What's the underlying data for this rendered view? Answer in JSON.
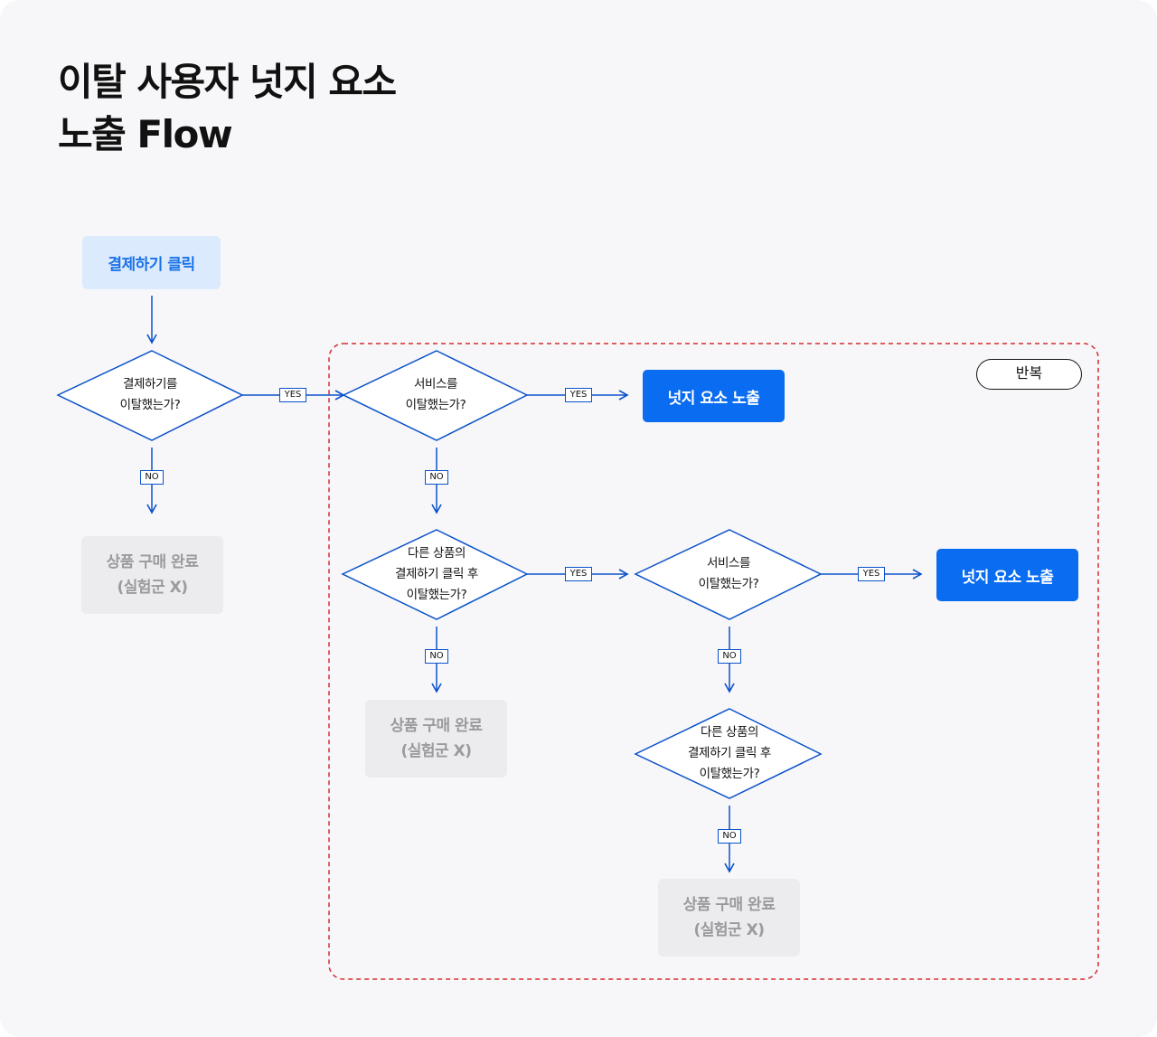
{
  "title": {
    "line1": "이탈 사용자 넛지 요소",
    "line2": "노출 Flow"
  },
  "colors": {
    "flow_line": "#0b52c9",
    "primary": "#0a6cf0",
    "start_fill": "#dceafd",
    "disabled_fill": "#ececee",
    "loop_border": "#d32f2f"
  },
  "loop_group": {
    "label": "반복"
  },
  "nodes": {
    "start": {
      "label": "결제하기 클릭"
    },
    "d1": {
      "line1": "결제하기를",
      "line2": "이탈했는가?"
    },
    "d2": {
      "line1": "서비스를",
      "line2": "이탈했는가?"
    },
    "nudge1": {
      "label": "넛지 요소 노출"
    },
    "d3": {
      "line1": "다른 상품의",
      "line2": "결제하기 클릭 후",
      "line3": "이탈했는가?"
    },
    "d4": {
      "line1": "서비스를",
      "line2": "이탈했는가?"
    },
    "nudge2": {
      "label": "넛지 요소 노출"
    },
    "d5": {
      "line1": "다른 상품의",
      "line2": "결제하기 클릭 후",
      "line3": "이탈했는가?"
    },
    "end1": {
      "line1": "상품 구매 완료",
      "line2": "(실험군 X)"
    },
    "end2": {
      "line1": "상품 구매 완료",
      "line2": "(실험군 X)"
    },
    "end3": {
      "line1": "상품 구매 완료",
      "line2": "(실험군 X)"
    }
  },
  "edge_labels": {
    "yes": "YES",
    "no": "NO"
  }
}
